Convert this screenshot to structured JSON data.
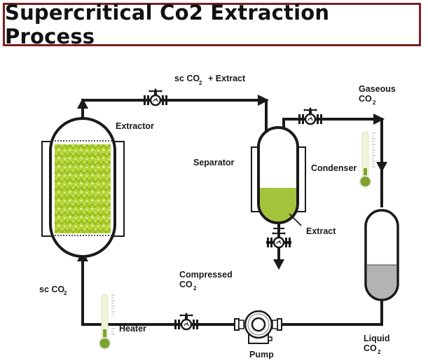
{
  "title": "Supercritical Co2 Extraction Process",
  "labels": {
    "extractor": "Extractor",
    "separator": "Separator",
    "condenser": "Condenser",
    "extract": "Extract",
    "heater": "Heater",
    "pump": "Pump",
    "sc_co2_extract": "sc CO",
    "sc_co2_extract_sub": "2",
    "sc_co2_extract_suffix": "+ Extract",
    "gaseous": "Gaseous",
    "gaseous_co2": "CO",
    "gaseous_co2_sub": "2",
    "compressed": "Compressed",
    "compressed_co2": "CO",
    "compressed_co2_sub": "2",
    "liquid": "Liquid",
    "liquid_co2": "CO",
    "liquid_co2_sub": "2",
    "sc_co2": "sc CO",
    "sc_co2_sub": "2"
  },
  "colors": {
    "title_border": "#7a1f1f",
    "pipe": "#1a1a1a",
    "plant_green": "#a9cc2e",
    "extract_green": "#a3c43a",
    "liquid_gray": "#b3b3b3",
    "thermo_green": "#7ea32a"
  }
}
